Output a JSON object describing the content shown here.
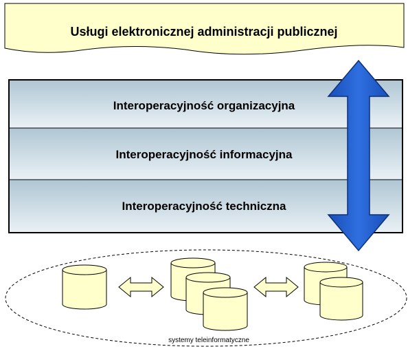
{
  "banner": {
    "text": "Usługi elektronicznej administracji publicznej"
  },
  "layers": [
    {
      "label": "Interoperacyjność organizacyjna"
    },
    {
      "label": "Interoperacyjność informacyjna"
    },
    {
      "label": "Interoperacyjność techniczna"
    }
  ],
  "systems": {
    "caption": "systemy teleinformatyczne"
  },
  "colors": {
    "banner_fill": "#FFFFCC",
    "layer_fill_top": "#AFC6D3",
    "layer_fill_bottom": "#EAF1F6",
    "arrow_blue": "#1F5FD0",
    "cylinder_fill": "#FFFFCC",
    "double_arrow_fill": "#FFFFCC"
  }
}
